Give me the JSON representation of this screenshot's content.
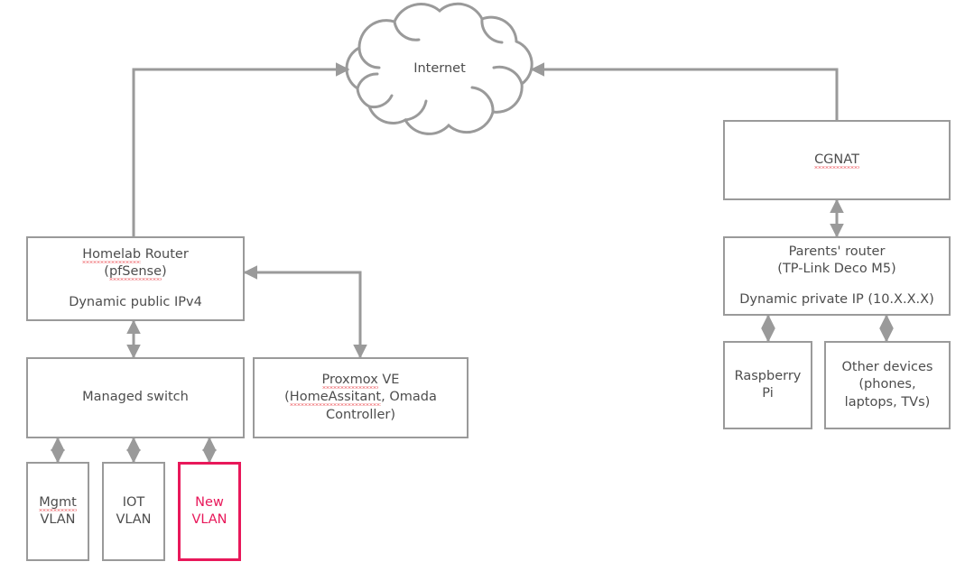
{
  "diagram": {
    "title": "Home network topology diagram",
    "colors": {
      "edge": "#9a9a9a",
      "node_border": "#9a9a9a",
      "text": "#4d4d4d",
      "accent": "#e8185a",
      "spellcheck_underline": "#e8242c",
      "background": "#ffffff"
    },
    "cloud": {
      "label": "Internet"
    },
    "nodes": [
      {
        "id": "homelab-router",
        "lines": [
          {
            "text": "Homelab Router",
            "misspelled_part": "Homelab",
            "misspelled": true
          },
          {
            "text": "(pfSense)",
            "misspelled_part": "pfSense",
            "misspelled": true
          }
        ],
        "sub": "Dynamic public IPv4"
      },
      {
        "id": "managed-switch",
        "lines": [
          {
            "text": "Managed switch",
            "misspelled": false
          }
        ],
        "sub": ""
      },
      {
        "id": "proxmox-ve",
        "lines": [
          {
            "text": "Proxmox VE",
            "misspelled_part": "Proxmox",
            "misspelled": true
          },
          {
            "text": "(HomeAssitant, Omada",
            "misspelled_part": "HomeAssitant",
            "misspelled": true
          },
          {
            "text": "Controller)",
            "misspelled": false
          }
        ],
        "sub": ""
      },
      {
        "id": "mgmt-vlan",
        "lines": [
          {
            "text": "Mgmt",
            "misspelled_part": "Mgmt",
            "misspelled": true
          },
          {
            "text": "VLAN",
            "misspelled": false
          }
        ],
        "sub": ""
      },
      {
        "id": "iot-vlan",
        "lines": [
          {
            "text": "IOT",
            "misspelled": false
          },
          {
            "text": "VLAN",
            "misspelled": false
          }
        ],
        "sub": ""
      },
      {
        "id": "new-vlan",
        "accent": true,
        "lines": [
          {
            "text": "New",
            "misspelled": false
          },
          {
            "text": "VLAN",
            "misspelled": false
          }
        ],
        "sub": ""
      },
      {
        "id": "cgnat",
        "lines": [
          {
            "text": "CGNAT",
            "misspelled_part": "CGNAT",
            "misspelled": true
          }
        ],
        "sub": ""
      },
      {
        "id": "parents-router",
        "lines": [
          {
            "text": "Parents' router",
            "misspelled": false
          },
          {
            "text": "(TP-Link Deco M5)",
            "misspelled": false
          }
        ],
        "sub": "Dynamic private IP (10.X.X.X)"
      },
      {
        "id": "raspberry-pi",
        "lines": [
          {
            "text": "Raspberry",
            "misspelled": false
          },
          {
            "text": "Pi",
            "misspelled": false
          }
        ],
        "sub": ""
      },
      {
        "id": "other-devices",
        "lines": [
          {
            "text": "Other devices",
            "misspelled": false
          },
          {
            "text": "(phones,",
            "misspelled": false
          },
          {
            "text": "laptops, TVs)",
            "misspelled": false
          }
        ],
        "sub": ""
      }
    ],
    "edges": [
      {
        "from": "homelab-router",
        "to": "internet-cloud",
        "arrows": "one-way"
      },
      {
        "from": "cgnat",
        "to": "internet-cloud",
        "arrows": "one-way"
      },
      {
        "from": "homelab-router",
        "to": "managed-switch",
        "arrows": "two-way"
      },
      {
        "from": "homelab-router",
        "to": "proxmox-ve",
        "arrows": "two-way"
      },
      {
        "from": "managed-switch",
        "to": "mgmt-vlan",
        "arrows": "two-way"
      },
      {
        "from": "managed-switch",
        "to": "iot-vlan",
        "arrows": "two-way"
      },
      {
        "from": "managed-switch",
        "to": "new-vlan",
        "arrows": "two-way"
      },
      {
        "from": "cgnat",
        "to": "parents-router",
        "arrows": "two-way"
      },
      {
        "from": "parents-router",
        "to": "raspberry-pi",
        "arrows": "two-way"
      },
      {
        "from": "parents-router",
        "to": "other-devices",
        "arrows": "two-way"
      }
    ]
  }
}
